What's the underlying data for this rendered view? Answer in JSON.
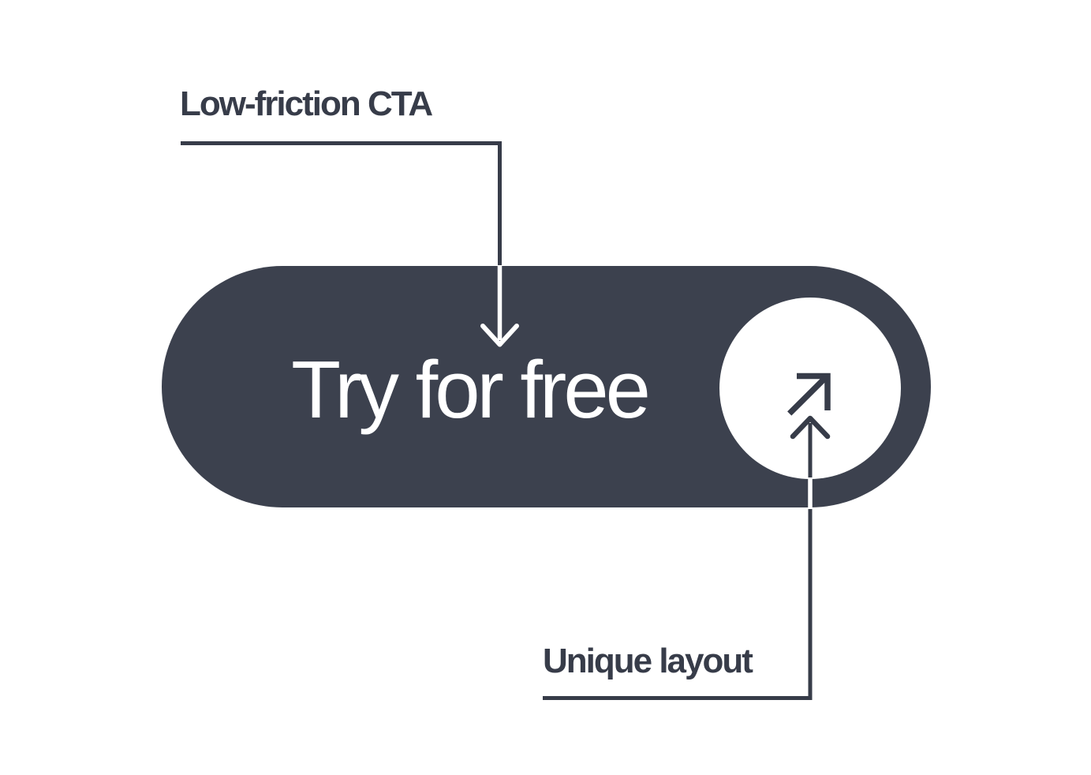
{
  "colors": {
    "ink": "#373C49",
    "pill": "#3C414E",
    "surface": "#FFFFFF"
  },
  "cta_button": {
    "label": "Try for free"
  },
  "annotations": {
    "top": {
      "label": "Low-friction CTA"
    },
    "bottom": {
      "label": "Unique layout"
    }
  },
  "icons": {
    "badge_icon": "arrow-up-right-icon",
    "top_connector_arrow": "down-arrow",
    "bottom_connector_arrow": "up-arrow"
  }
}
